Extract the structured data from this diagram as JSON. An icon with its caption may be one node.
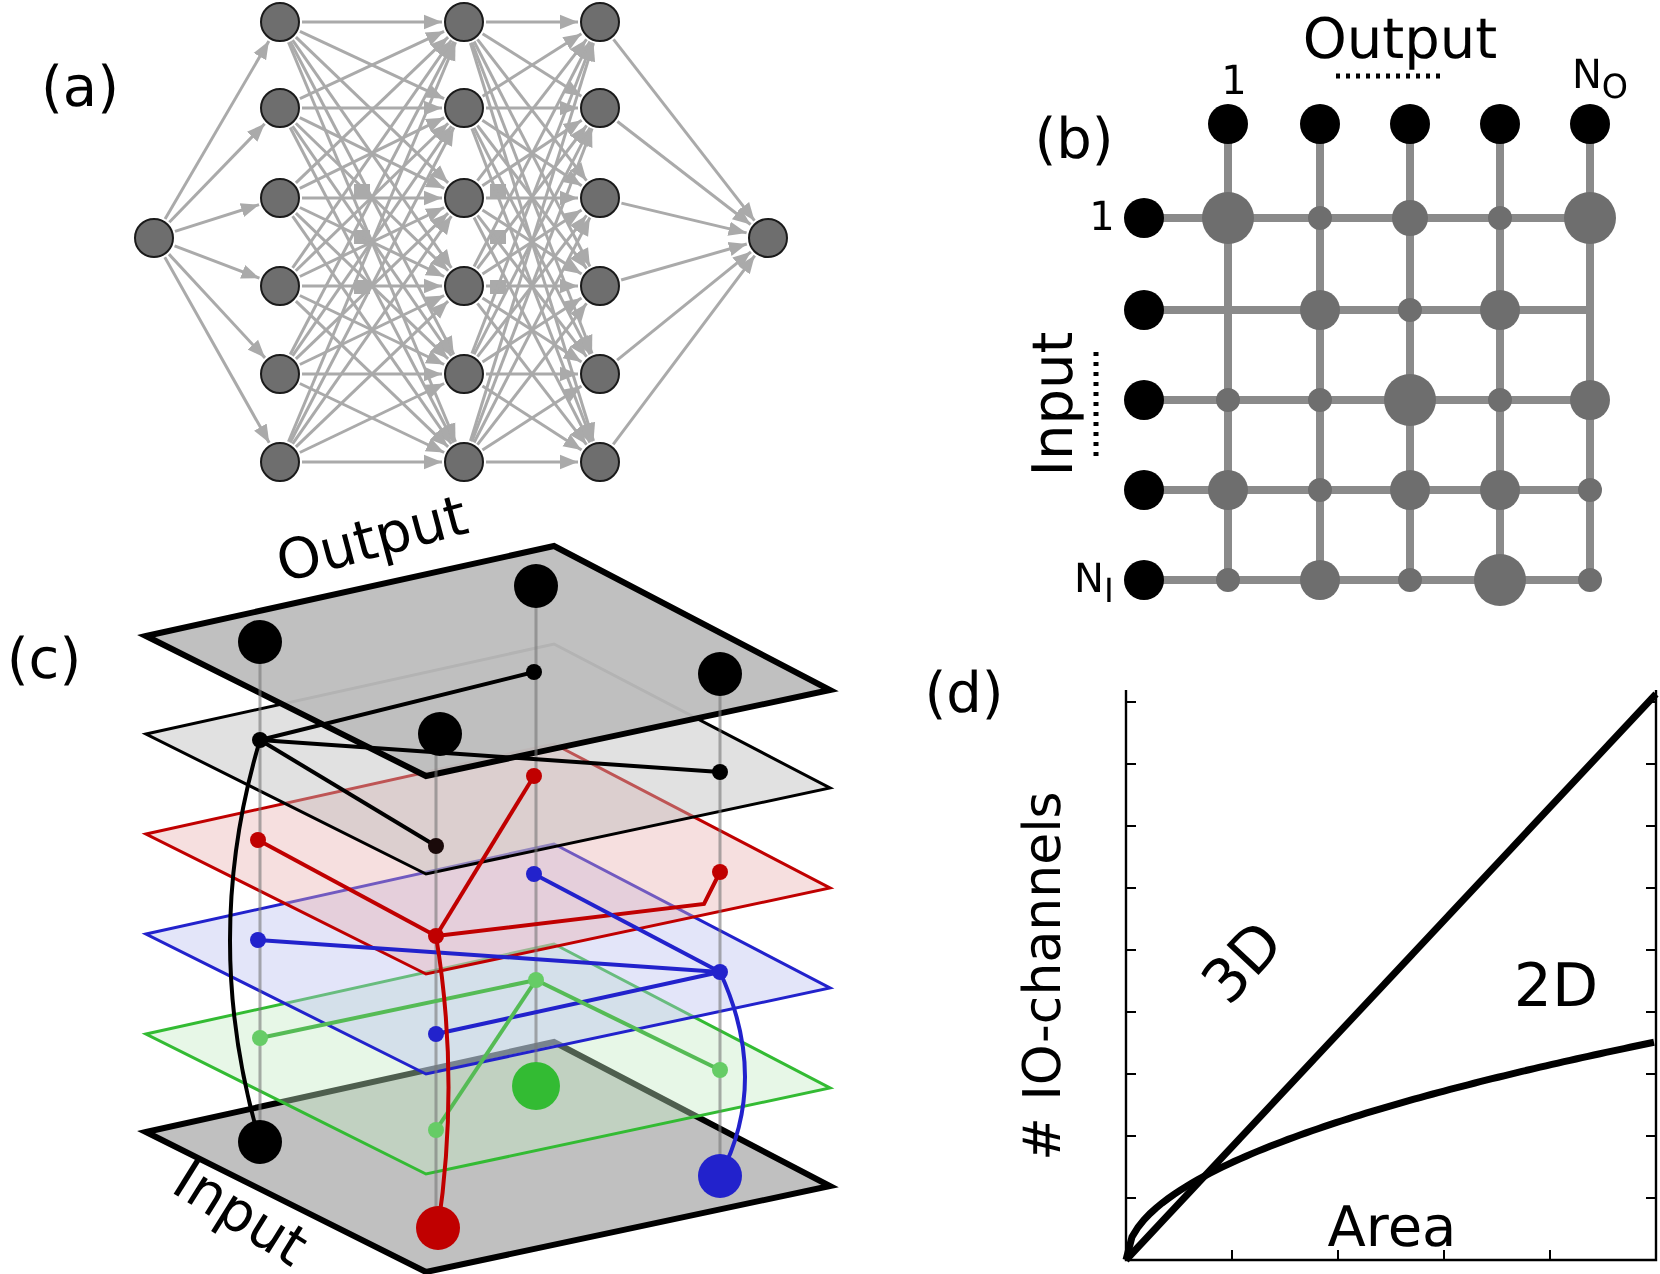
{
  "diagram": {
    "nodes": [
      {
        "text": [],
        "shape": "circle"
      },
      {
        "text": [],
        "shape": "circle"
      },
      {
        "text": [],
        "shape": "circle"
      },
      {
        "text": [],
        "shape": "circle"
      },
      {
        "text": [],
        "shape": "circle"
      },
      {
        "text": [],
        "shape": "circle"
      },
      {
        "text": [],
        "shape": "circle"
      },
      {
        "text": [],
        "shape": "circle"
      },
      {
        "text": [],
        "shape": "circle"
      },
      {
        "text": [],
        "shape": "circle"
      },
      {
        "text": [],
        "shape": "circle"
      },
      {
        "text": [],
        "shape": "circle"
      },
      {
        "text": [],
        "shape": "circle"
      },
      {
        "text": [],
        "shape": "circle"
      },
      {
        "text": [],
        "shape": "circle"
      },
      {
        "text": [],
        "shape": "circle"
      },
      {
        "text": [],
        "shape": "circle"
      },
      {
        "text": [],
        "shape": "circle"
      },
      {
        "text": [],
        "shape": "circle"
      },
      {
        "text": [],
        "shape": "circle"
      }
    ],
    "edges": [
      {
        "from": 0,
        "to": 1,
        "arrow": "to"
      },
      {
        "from": 0,
        "to": 2,
        "arrow": "to"
      },
      {
        "from": 0,
        "to": 3,
        "arrow": "to"
      },
      {
        "from": 0,
        "to": 4,
        "arrow": "to"
      },
      {
        "from": 0,
        "to": 5,
        "arrow": "to"
      },
      {
        "from": 0,
        "to": 6,
        "arrow": "to"
      },
      {
        "from": 1,
        "to": 7,
        "arrow": "to"
      },
      {
        "from": 1,
        "to": 8,
        "arrow": "to"
      },
      {
        "from": 1,
        "to": 9,
        "arrow": "to"
      },
      {
        "from": 1,
        "to": 10,
        "arrow": "to"
      },
      {
        "from": 1,
        "to": 11,
        "arrow": "to"
      },
      {
        "from": 1,
        "to": 12,
        "arrow": "to"
      },
      {
        "from": 2,
        "to": 7,
        "arrow": "to"
      },
      {
        "from": 2,
        "to": 8,
        "arrow": "to"
      },
      {
        "from": 2,
        "to": 9,
        "arrow": "to"
      },
      {
        "from": 2,
        "to": 10,
        "arrow": "to"
      },
      {
        "from": 2,
        "to": 11,
        "arrow": "to"
      },
      {
        "from": 2,
        "to": 12,
        "arrow": "to"
      },
      {
        "from": 3,
        "to": 7,
        "arrow": "to"
      },
      {
        "from": 3,
        "to": 8,
        "arrow": "to"
      },
      {
        "from": 3,
        "to": 9,
        "arrow": "to"
      },
      {
        "from": 3,
        "to": 10,
        "arrow": "to"
      },
      {
        "from": 3,
        "to": 11,
        "arrow": "to"
      },
      {
        "from": 3,
        "to": 12,
        "arrow": "to"
      },
      {
        "from": 4,
        "to": 7,
        "arrow": "to"
      },
      {
        "from": 4,
        "to": 8,
        "arrow": "to"
      },
      {
        "from": 4,
        "to": 9,
        "arrow": "to"
      },
      {
        "from": 4,
        "to": 10,
        "arrow": "to"
      },
      {
        "from": 4,
        "to": 11,
        "arrow": "to"
      },
      {
        "from": 4,
        "to": 12,
        "arrow": "to"
      },
      {
        "from": 5,
        "to": 7,
        "arrow": "to"
      },
      {
        "from": 5,
        "to": 8,
        "arrow": "to"
      },
      {
        "from": 5,
        "to": 9,
        "arrow": "to"
      },
      {
        "from": 5,
        "to": 10,
        "arrow": "to"
      },
      {
        "from": 5,
        "to": 11,
        "arrow": "to"
      },
      {
        "from": 5,
        "to": 12,
        "arrow": "to"
      },
      {
        "from": 6,
        "to": 7,
        "arrow": "to"
      },
      {
        "from": 6,
        "to": 8,
        "arrow": "to"
      },
      {
        "from": 6,
        "to": 9,
        "arrow": "to"
      },
      {
        "from": 6,
        "to": 10,
        "arrow": "to"
      },
      {
        "from": 6,
        "to": 11,
        "arrow": "to"
      },
      {
        "from": 6,
        "to": 12,
        "arrow": "to"
      },
      {
        "from": 7,
        "to": 13,
        "arrow": "to"
      },
      {
        "from": 7,
        "to": 14,
        "arrow": "to"
      },
      {
        "from": 7,
        "to": 15,
        "arrow": "to"
      },
      {
        "from": 7,
        "to": 16,
        "arrow": "to"
      },
      {
        "from": 7,
        "to": 17,
        "arrow": "to"
      },
      {
        "from": 7,
        "to": 18,
        "arrow": "to"
      },
      {
        "from": 8,
        "to": 13,
        "arrow": "to"
      },
      {
        "from": 8,
        "to": 14,
        "arrow": "to"
      },
      {
        "from": 8,
        "to": 15,
        "arrow": "to"
      },
      {
        "from": 8,
        "to": 16,
        "arrow": "to"
      },
      {
        "from": 8,
        "to": 17,
        "arrow": "to"
      },
      {
        "from": 8,
        "to": 18,
        "arrow": "to"
      },
      {
        "from": 9,
        "to": 13,
        "arrow": "to"
      },
      {
        "from": 9,
        "to": 14,
        "arrow": "to"
      },
      {
        "from": 9,
        "to": 15,
        "arrow": "to"
      },
      {
        "from": 9,
        "to": 16,
        "arrow": "to"
      },
      {
        "from": 9,
        "to": 17,
        "arrow": "to"
      },
      {
        "from": 9,
        "to": 18,
        "arrow": "to"
      },
      {
        "from": 10,
        "to": 13,
        "arrow": "to"
      },
      {
        "from": 10,
        "to": 14,
        "arrow": "to"
      },
      {
        "from": 10,
        "to": 15,
        "arrow": "to"
      },
      {
        "from": 10,
        "to": 16,
        "arrow": "to"
      },
      {
        "from": 10,
        "to": 17,
        "arrow": "to"
      },
      {
        "from": 10,
        "to": 18,
        "arrow": "to"
      },
      {
        "from": 11,
        "to": 13,
        "arrow": "to"
      },
      {
        "from": 11,
        "to": 14,
        "arrow": "to"
      },
      {
        "from": 11,
        "to": 15,
        "arrow": "to"
      },
      {
        "from": 11,
        "to": 16,
        "arrow": "to"
      },
      {
        "from": 11,
        "to": 17,
        "arrow": "to"
      },
      {
        "from": 11,
        "to": 18,
        "arrow": "to"
      },
      {
        "from": 12,
        "to": 13,
        "arrow": "to"
      },
      {
        "from": 12,
        "to": 14,
        "arrow": "to"
      },
      {
        "from": 12,
        "to": 15,
        "arrow": "to"
      },
      {
        "from": 12,
        "to": 16,
        "arrow": "to"
      },
      {
        "from": 12,
        "to": 17,
        "arrow": "to"
      },
      {
        "from": 12,
        "to": 18,
        "arrow": "to"
      },
      {
        "from": 13,
        "to": 19,
        "arrow": "to"
      },
      {
        "from": 14,
        "to": 19,
        "arrow": "to"
      },
      {
        "from": 15,
        "to": 19,
        "arrow": "to"
      },
      {
        "from": 16,
        "to": 19,
        "arrow": "to"
      },
      {
        "from": 17,
        "to": 19,
        "arrow": "to"
      },
      {
        "from": 18,
        "to": 19,
        "arrow": "to"
      }
    ],
    "labels": [
      "(a)",
      "Output",
      "1",
      "N$_{O}$",
      "(b)",
      "1",
      "Input",
      "N$_{I}$",
      "(c)",
      "Output",
      "(d)",
      "# IO-channels",
      "3D",
      "2D",
      "Input",
      "Area"
    ]
  }
}
